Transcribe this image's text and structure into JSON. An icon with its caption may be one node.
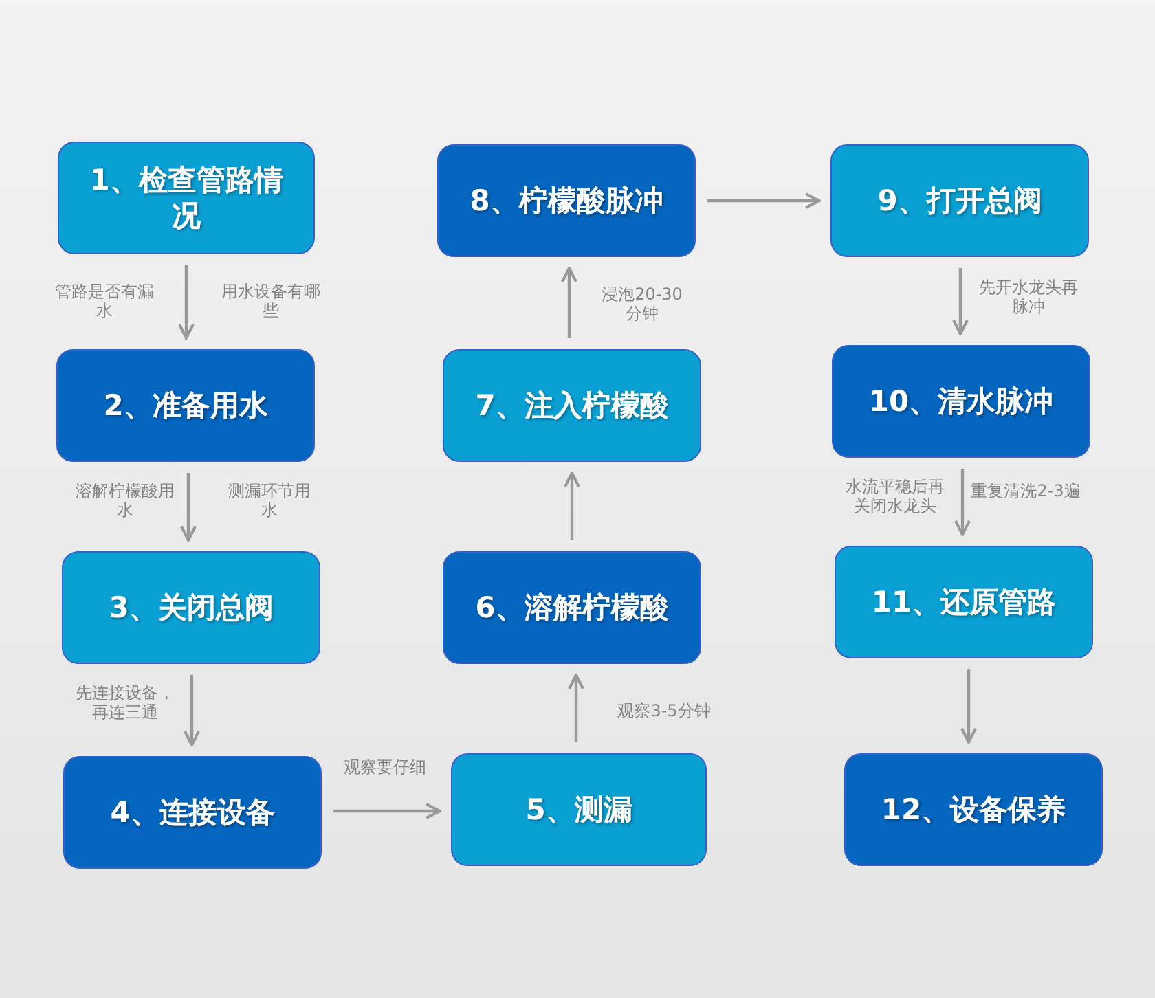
{
  "diagram": {
    "nodes": [
      {
        "text": [
          "1、检查管路情况"
        ]
      },
      {
        "text": [
          "2、准备用水"
        ]
      },
      {
        "text": [
          "3、关闭总阀"
        ]
      },
      {
        "text": [
          "4、连接设备"
        ]
      },
      {
        "text": [
          "5、测漏"
        ]
      },
      {
        "text": [
          "6、溶解柠檬酸"
        ]
      },
      {
        "text": [
          "7、注入柠檬酸"
        ]
      },
      {
        "text": [
          "8、柠檬酸脉冲"
        ]
      },
      {
        "text": [
          "9、打开总阀"
        ]
      },
      {
        "text": [
          "10、清水脉冲"
        ]
      },
      {
        "text": [
          "11、还原管路"
        ]
      },
      {
        "text": [
          "12、设备保养"
        ]
      }
    ],
    "edges": [
      {
        "from": 0,
        "to": 1,
        "arrow": "to",
        "label": "管路是否有漏水"
      },
      {
        "from": 1,
        "to": 2,
        "arrow": "to",
        "label": "溶解柠檬酸用水"
      },
      {
        "from": 2,
        "to": 3,
        "arrow": "to",
        "label": "先连接设备，再连三通"
      },
      {
        "from": 3,
        "to": 4,
        "arrow": "to",
        "label": "观察要仔细"
      },
      {
        "from": 4,
        "to": 5,
        "arrow": "to",
        "label": "观察3-5分钟"
      },
      {
        "from": 5,
        "to": 6,
        "arrow": "to"
      },
      {
        "from": 6,
        "to": 7,
        "arrow": "to",
        "label": "浸泡20-30分钟"
      },
      {
        "from": 7,
        "to": 8,
        "arrow": "to"
      },
      {
        "from": 8,
        "to": 9,
        "arrow": "to",
        "label": "先开水龙头再脉冲"
      },
      {
        "from": 9,
        "to": 10,
        "arrow": "to",
        "label": "水流平稳后再关闭水龙头"
      },
      {
        "from": 10,
        "to": 11,
        "arrow": "to"
      }
    ],
    "labels": [
      "用水设备有哪些",
      "测漏环节用水",
      "重复清洗2-3遍"
    ]
  }
}
